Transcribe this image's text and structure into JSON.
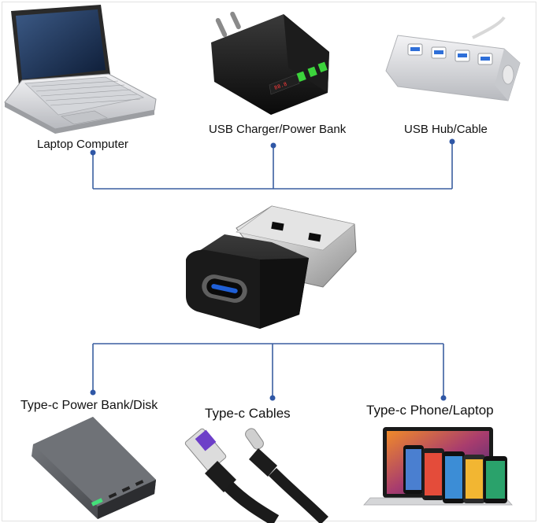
{
  "colors": {
    "connector_line": "#3a5fa0",
    "connector_dot": "#2f57a6",
    "background": "#ffffff"
  },
  "top_devices": [
    {
      "label": "Laptop Computer",
      "icon": "laptop-icon"
    },
    {
      "label": "USB Charger/Power Bank",
      "icon": "wall-charger-icon"
    },
    {
      "label": "USB Hub/Cable",
      "icon": "usb-hub-icon"
    }
  ],
  "center_device": {
    "icon": "usb-a-to-type-c-adapter-icon"
  },
  "bottom_devices": [
    {
      "label": "Type-c Power Bank/Disk",
      "icon": "power-bank-icon"
    },
    {
      "label": "Type-c Cables",
      "icon": "cable-icon"
    },
    {
      "label": "Type-c Phone/Laptop",
      "icon": "phone-laptop-icon"
    }
  ]
}
